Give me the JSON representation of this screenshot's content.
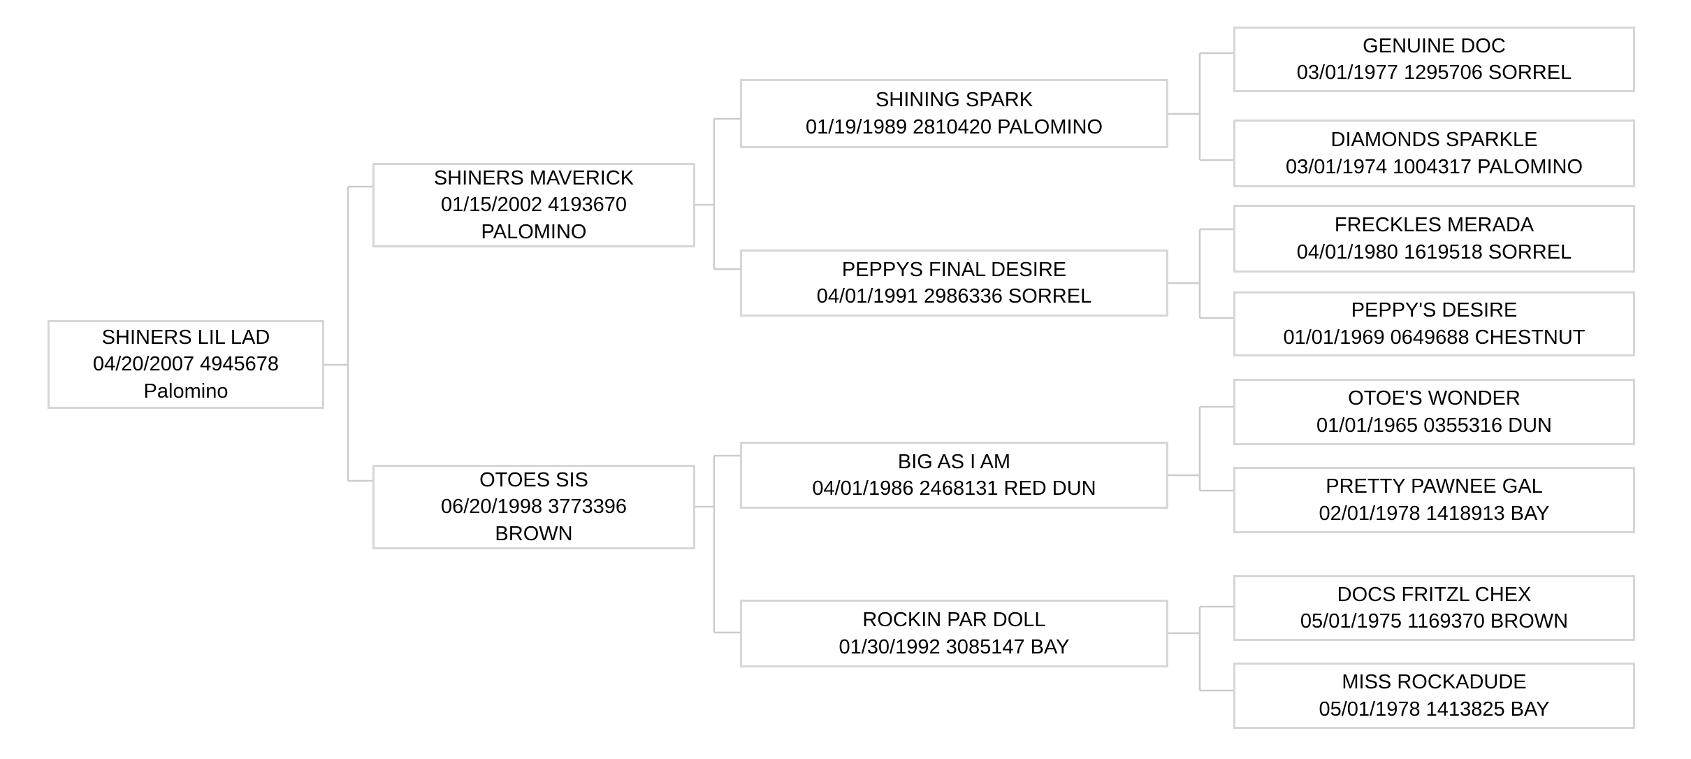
{
  "diagram_type": "horse-pedigree-tree",
  "colors": {
    "background": "#ffffff",
    "box_border": "#d6d6d6",
    "connector_line": "#cccccc",
    "text": "#000000"
  },
  "horses": {
    "root": {
      "name": "SHINERS LIL LAD",
      "details": "04/20/2007 4945678",
      "color_line": "Palomino"
    },
    "sire": {
      "name": "SHINERS MAVERICK",
      "details": "01/15/2002 4193670",
      "color_line": "PALOMINO"
    },
    "dam": {
      "name": "OTOES SIS",
      "details": "06/20/1998 3773396",
      "color_line": "BROWN"
    },
    "sire_sire": {
      "name": "SHINING SPARK",
      "details": "01/19/1989 2810420 PALOMINO"
    },
    "sire_dam": {
      "name": "PEPPYS FINAL DESIRE",
      "details": "04/01/1991 2986336 SORREL"
    },
    "dam_sire": {
      "name": "BIG AS I AM",
      "details": "04/01/1986 2468131 RED DUN"
    },
    "dam_dam": {
      "name": "ROCKIN PAR DOLL",
      "details": "01/30/1992 3085147 BAY"
    },
    "sire_sire_sire": {
      "name": "GENUINE DOC",
      "details": "03/01/1977 1295706 SORREL"
    },
    "sire_sire_dam": {
      "name": "DIAMONDS SPARKLE",
      "details": "03/01/1974 1004317 PALOMINO"
    },
    "sire_dam_sire": {
      "name": "FRECKLES MERADA",
      "details": "04/01/1980 1619518 SORREL"
    },
    "sire_dam_dam": {
      "name": "PEPPY'S DESIRE",
      "details": "01/01/1969 0649688 CHESTNUT"
    },
    "dam_sire_sire": {
      "name": "OTOE'S WONDER",
      "details": "01/01/1965 0355316 DUN"
    },
    "dam_sire_dam": {
      "name": "PRETTY PAWNEE GAL",
      "details": "02/01/1978 1418913 BAY"
    },
    "dam_dam_sire": {
      "name": "DOCS FRITZL CHEX",
      "details": "05/01/1975 1169370 BROWN"
    },
    "dam_dam_dam": {
      "name": "MISS ROCKADUDE",
      "details": "05/01/1978 1413825 BAY"
    }
  }
}
